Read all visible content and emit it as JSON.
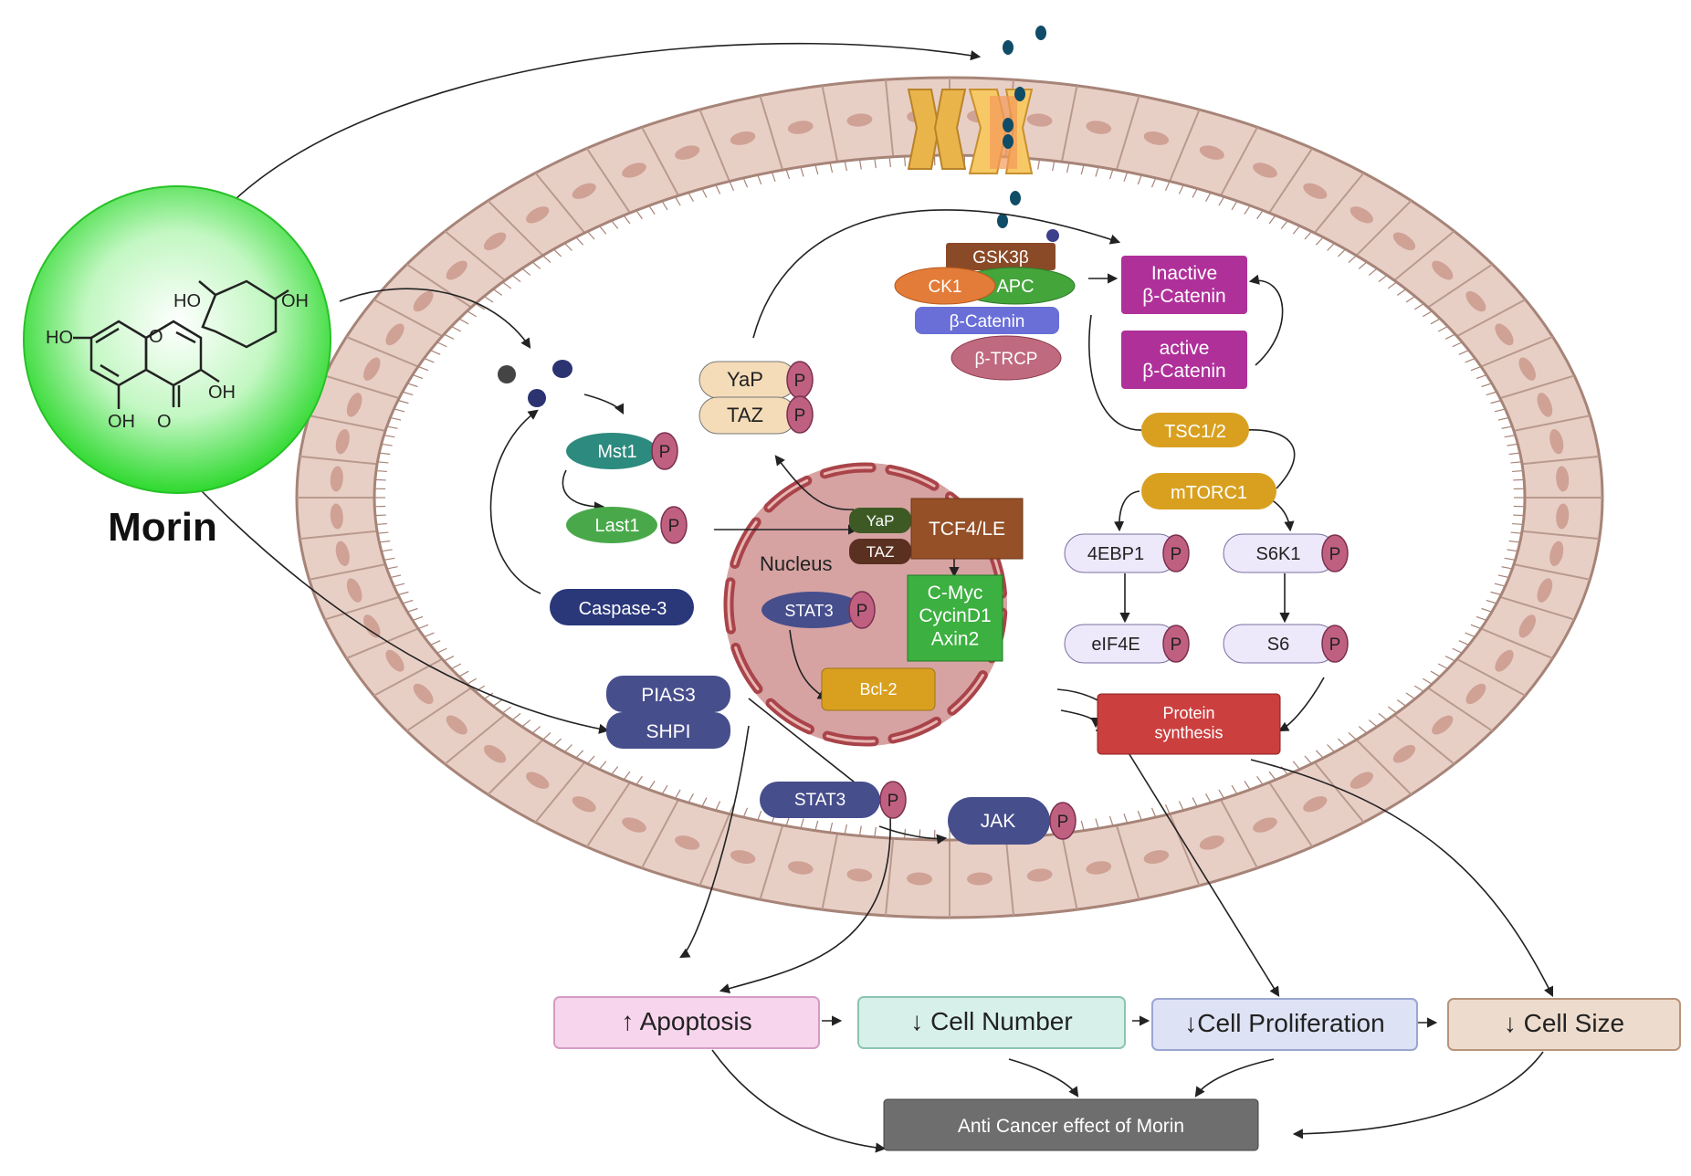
{
  "drug": {
    "name": "Morin",
    "structure_labels": {
      "ho_top": "HO",
      "oh_top": "OH",
      "ho_left": "HO",
      "oh_mid": "OH",
      "oh_bottom": "OH",
      "o_bottom": "O"
    }
  },
  "cell": {
    "nucleus_label": "Nucleus"
  },
  "wnt": {
    "gsk3b": "GSK3β",
    "ck1": "CK1",
    "apc": "APC",
    "b_catenin": "β-Catenin",
    "b_trcp": "β-TRCP",
    "inactive_b_catenin": "Inactive\nβ-Catenin",
    "active_b_catenin": "active\nβ-Catenin"
  },
  "hippo": {
    "mst1": "Mst1",
    "last1": "Last1",
    "caspase3": "Caspase-3",
    "yap": "YaP",
    "taz": "TAZ"
  },
  "nuclear": {
    "yap": "YaP",
    "taz": "TAZ",
    "tcf4": "TCF4/LE",
    "targets": "C-Myc\nCycinD1\nAxin2",
    "stat3": "STAT3",
    "bcl2": "Bcl-2"
  },
  "jak_stat": {
    "pias3": "PIAS3",
    "shpi": "SHPI",
    "stat3": "STAT3",
    "jak": "JAK"
  },
  "mtor": {
    "tsc": "TSC1/2",
    "mtorc1": "mTORC1",
    "ebp1": "4EBP1",
    "s6k1": "S6K1",
    "eif4e": "eIF4E",
    "s6": "S6",
    "protein_synthesis": "Protein\nsynthesis"
  },
  "phospho_label": "P",
  "outcomes": [
    {
      "label": "↑ Apoptosis",
      "fill": "#f7d5ec",
      "stroke": "#d49cc4"
    },
    {
      "label": "↓ Cell Number",
      "fill": "#d8f0ea",
      "stroke": "#8cc4b4"
    },
    {
      "label": "↓Cell Proliferation",
      "fill": "#dde2f4",
      "stroke": "#9aa6d2"
    },
    {
      "label": "↓ Cell Size",
      "fill": "#eddccd",
      "stroke": "#b8947a"
    }
  ],
  "final_effect": "Anti Cancer effect of Morin",
  "colors": {
    "morin_green": "#3fe23f",
    "membrane": "#ead2c8",
    "nucleus": "#d9a7a5",
    "nuclear_envelope": "#a9444a",
    "phospho": "#c06080",
    "stat_navy": "#474e8c",
    "gsk_brown": "#8b4a27",
    "catenin_magenta": "#b0309a",
    "mtor_gold": "#d9a020",
    "protein_red": "#cc3f3f",
    "target_green": "#3cb040",
    "final_gray": "#6e6e6e"
  }
}
